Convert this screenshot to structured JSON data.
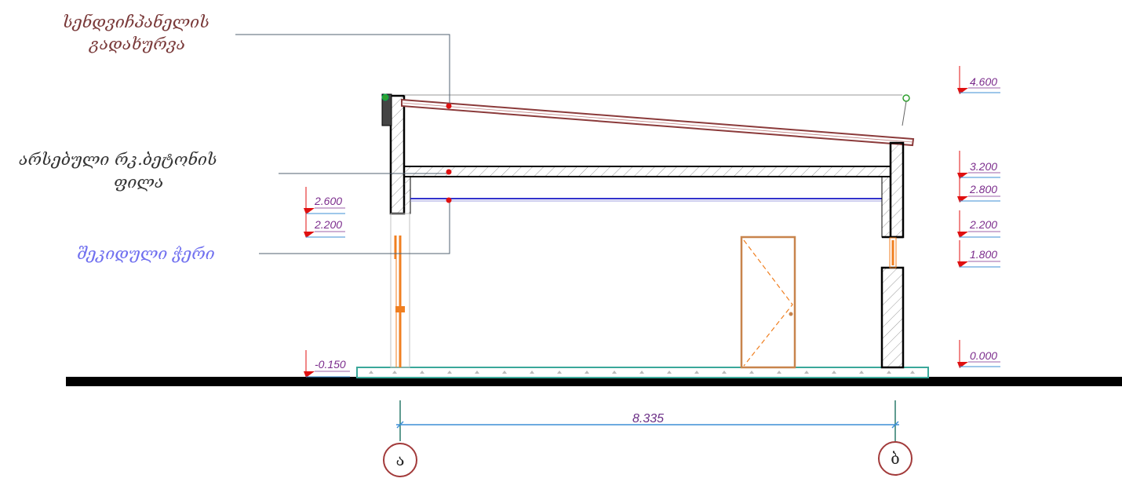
{
  "callouts": {
    "roof": {
      "line1": "სენდვიჩპანელის",
      "line2": "გადახურვა",
      "color": "#7a3a3a"
    },
    "slab": {
      "line1": "არსებული რკ.ბეტონის",
      "line2": "ფილა",
      "color": "#333333"
    },
    "ceiling": {
      "line1": "შეკიდული ჭერი",
      "color": "#6f6fef"
    }
  },
  "levels_right": [
    "4.600",
    "3.200",
    "2.800",
    "2.200",
    "1.800",
    "0.000"
  ],
  "levels_left": [
    "2.600",
    "2.200",
    "-0.150"
  ],
  "dimension": {
    "value": "8.335"
  },
  "axes": {
    "left": "ა",
    "right": "ბ"
  },
  "colors": {
    "roof": "#8b3a3a",
    "level_marker": "#e01010",
    "level_text": "#7b2c8c",
    "door": "#c8844c",
    "window": "#f07f20",
    "dimension": "#3d8fd6",
    "axis": "#2a7a6a",
    "footing": "#3aa89a",
    "ground": "#000000",
    "ceiling": "#3333cc"
  }
}
